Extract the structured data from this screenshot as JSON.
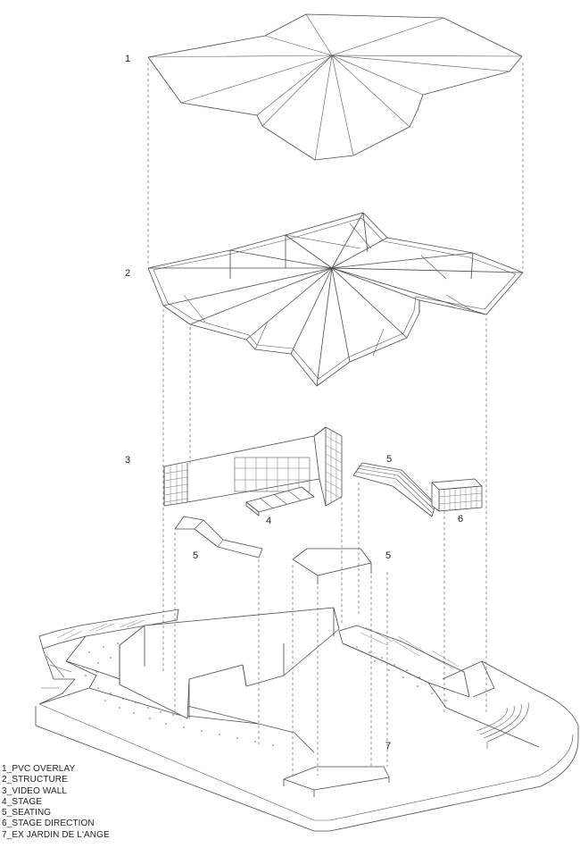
{
  "labels": {
    "n1": "1",
    "n2": "2",
    "n3": "3",
    "n4": "4",
    "n5a": "5",
    "n5b": "5",
    "n5c": "5",
    "n6": "6",
    "n7": "7"
  },
  "legend": [
    "1_PVC OVERLAY",
    "2_STRUCTURE",
    "3_VIDEO WALL",
    "4_STAGE",
    "5_SEATING",
    "6_STAGE DIRECTION",
    "7_EX JARDIN DE L'ANGE"
  ]
}
